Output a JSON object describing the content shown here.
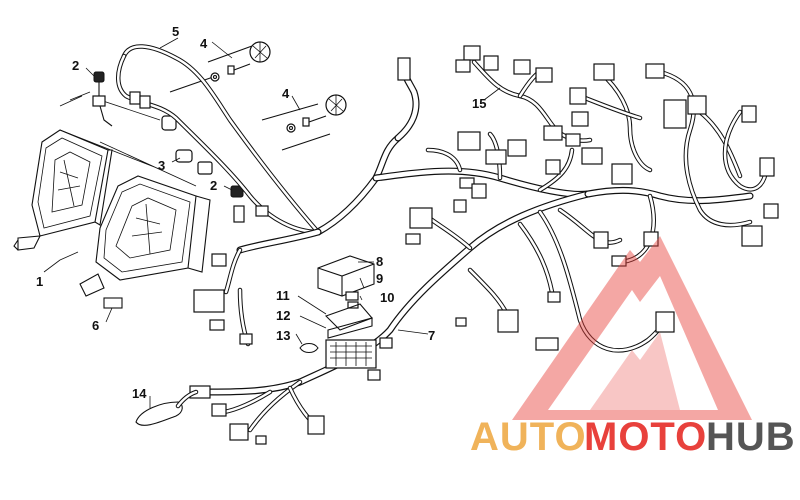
{
  "diagram": {
    "callouts": [
      {
        "id": "1",
        "label": "1"
      },
      {
        "id": "2a",
        "label": "2"
      },
      {
        "id": "2b",
        "label": "2"
      },
      {
        "id": "3",
        "label": "3"
      },
      {
        "id": "4a",
        "label": "4"
      },
      {
        "id": "4b",
        "label": "4"
      },
      {
        "id": "5",
        "label": "5"
      },
      {
        "id": "6",
        "label": "6"
      },
      {
        "id": "7",
        "label": "7"
      },
      {
        "id": "8",
        "label": "8"
      },
      {
        "id": "9",
        "label": "9"
      },
      {
        "id": "10",
        "label": "10"
      },
      {
        "id": "11",
        "label": "11"
      },
      {
        "id": "12",
        "label": "12"
      },
      {
        "id": "13",
        "label": "13"
      },
      {
        "id": "14",
        "label": "14"
      },
      {
        "id": "15",
        "label": "15"
      }
    ]
  },
  "watermark": {
    "word_part1": "AUTO",
    "word_part2": "MOTO",
    "word_part3": "HUB",
    "color_primary": "#e8413c",
    "color_secondary": "#f0b35a",
    "color_dark": "#555555"
  }
}
